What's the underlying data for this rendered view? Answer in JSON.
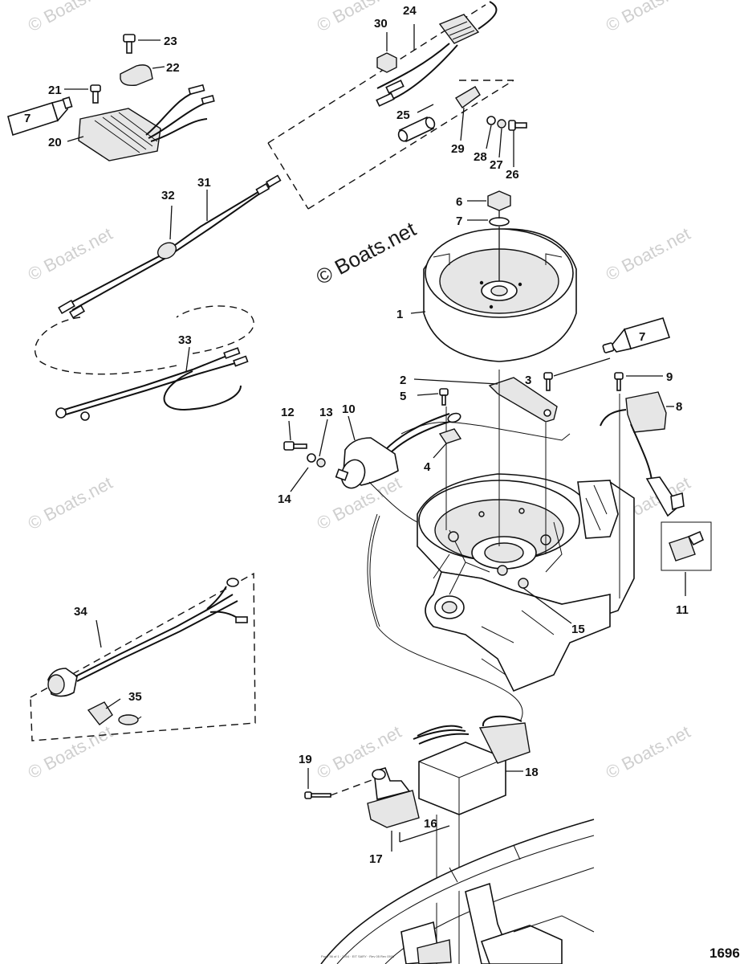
{
  "watermarks": {
    "corner": "© Boats.net",
    "center": "© Boats.net"
  },
  "figure_number": "1696",
  "footer_fine_print": "Page 56 of 1 · 2004 · EIT SARY · Rev 05 Rev 0505",
  "callouts": {
    "c1": "1",
    "c2": "2",
    "c3": "3",
    "c4": "4",
    "c5": "5",
    "c6": "6",
    "c7": "7",
    "c7b": "7",
    "c8": "8",
    "c9": "9",
    "c10": "10",
    "c11": "11",
    "c12": "12",
    "c13": "13",
    "c14": "14",
    "c15": "15",
    "c16": "16",
    "c17": "17",
    "c18": "18",
    "c19": "19",
    "c20": "20",
    "c21": "21",
    "c22": "22",
    "c23": "23",
    "c24": "24",
    "c25": "25",
    "c26": "26",
    "c27": "27",
    "c28": "28",
    "c29": "29",
    "c30": "30",
    "c31": "31",
    "c32": "32",
    "c33": "33",
    "c34": "34",
    "c35": "35"
  },
  "tube_labels": {
    "left": "7",
    "right": "7"
  }
}
